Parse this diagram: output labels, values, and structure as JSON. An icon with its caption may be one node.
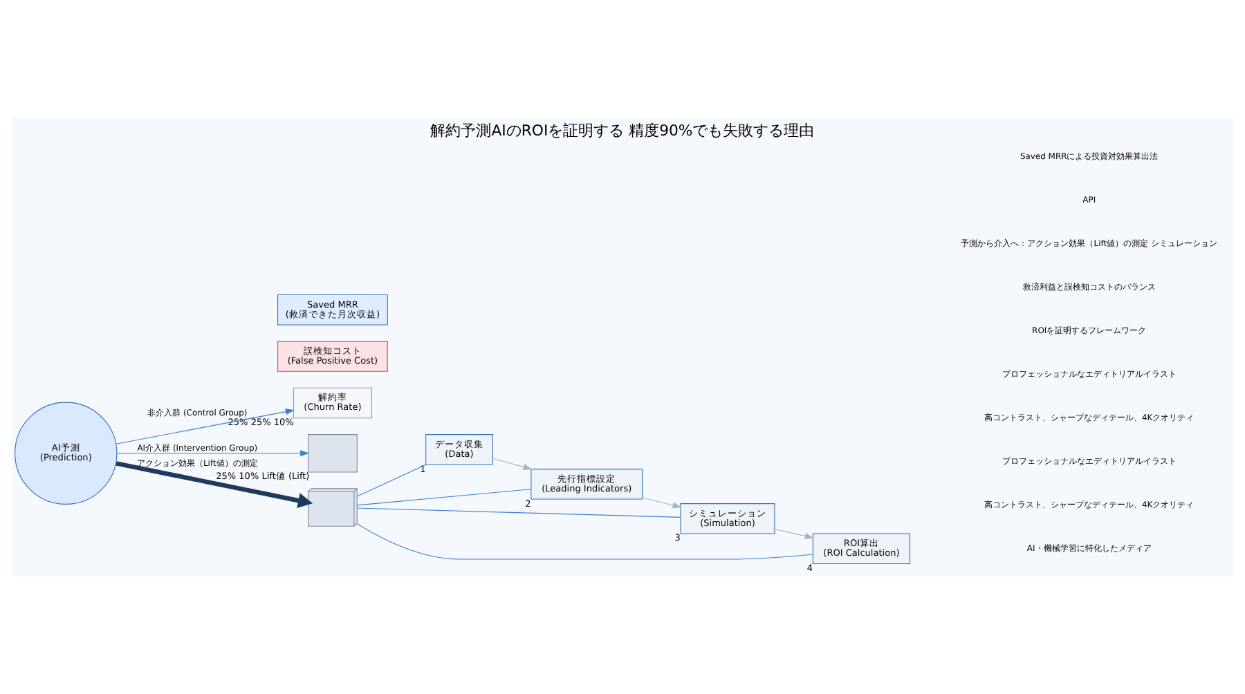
{
  "diagram": {
    "title": "解約予測AIのROIを証明する 精度90%でも失敗する理由",
    "nodes": [
      {
        "text": [
          "AI予測",
          "(Prediction)"
        ]
      },
      {
        "text": [
          "解約率",
          "(Churn Rate)"
        ],
        "beside": [
          "25%",
          "25%",
          "10%"
        ]
      },
      {
        "text": [],
        "shape": "bar",
        "beside": [
          "25%",
          "10%",
          "Lift値",
          "(Lift)"
        ]
      },
      {
        "text": [],
        "shape": "picture"
      },
      {
        "text": [
          "誤検知コスト",
          "(False Positive Cost)"
        ]
      },
      {
        "text": [
          "Saved MRR",
          "(救済できた月次収益)"
        ]
      },
      {
        "text": [
          "データ収集",
          "(Data)"
        ],
        "beside": [
          "1"
        ]
      },
      {
        "text": [
          "先行指標設定",
          "(Leading Indicators)"
        ],
        "beside": [
          "2"
        ]
      },
      {
        "text": [
          "シミュレーション",
          "(Simulation)"
        ],
        "beside": [
          "3"
        ]
      },
      {
        "text": [
          "ROI算出",
          "(ROI Calculation)"
        ],
        "beside": [
          "4"
        ]
      }
    ],
    "edges": [
      {
        "from": 0,
        "to": 1,
        "arrow": "to",
        "label": "非介入群 (Control Group)"
      },
      {
        "from": 0,
        "to": 2,
        "arrow": "to",
        "label": "AI介入群 (Intervention Group)"
      },
      {
        "from": 0,
        "to": 3,
        "arrow": "to",
        "label": "アクション効果（Lift値）の測定",
        "style": "thick",
        "color": "#1f3a5f"
      },
      {
        "from": 3,
        "to": 6,
        "arrow": "none"
      },
      {
        "from": 3,
        "to": 7,
        "arrow": "none"
      },
      {
        "from": 3,
        "to": 8,
        "arrow": "none"
      },
      {
        "from": 3,
        "to": 9,
        "arrow": "none"
      },
      {
        "from": 6,
        "to": 7,
        "arrow": "to",
        "color": "#a9b4c2"
      },
      {
        "from": 7,
        "to": 8,
        "arrow": "to",
        "color": "#a9b4c2"
      },
      {
        "from": 8,
        "to": 9,
        "arrow": "to",
        "color": "#a9b4c2"
      }
    ],
    "labels": [
      "AI・機械学習に特化したメディア",
      "Saved MRRによる投資対効果算出法",
      "API",
      "予測から介入へ：アクション効果（Lift値）の測定 シミュレーション",
      "救済利益と誤検知コストのバランス",
      "ROIを証明するフレームワーク",
      "プロフェッショナルなエディトリアルイラスト",
      "高コントラスト、シャープなディテール、4Kクオリティ",
      "プロフェッショナルなエディトリアルイラスト",
      "高コントラスト、シャープなディテール、4Kクオリティ"
    ]
  }
}
